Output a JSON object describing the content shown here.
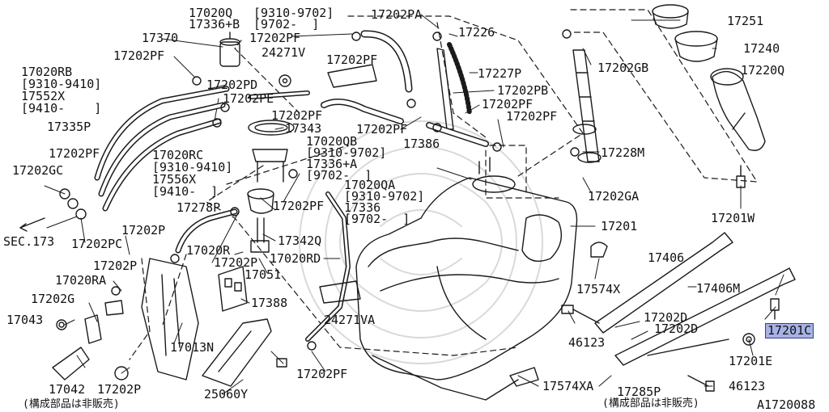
{
  "colors": {
    "line": "#1a1a1a",
    "text": "#111111",
    "highlight": "#a7b3e6",
    "highlight_border": "#34408a",
    "watermark": "#d9d9d9"
  },
  "labels": {
    "p17020q": "17020Q",
    "p17336b": "17336+B",
    "date_9310_9702_a": "[9310-9702]",
    "date_9702_a": "[9702-  ]",
    "p17202pa": "17202PA",
    "p17226": "17226",
    "p17251": "17251",
    "p17370": "17370",
    "p17202pf_a": "17202PF",
    "p24271v": "24271V",
    "p17202pf_b": "17202PF",
    "p17240": "17240",
    "p17202gb": "17202GB",
    "p17202pf_c": "17202PF",
    "p17020rb": "17020RB",
    "date_9310_9410_a": "[9310-9410]",
    "p17552x": "17552X",
    "date_9410_a": "[9410-    ]",
    "p17227p": "17227P",
    "p17202pd": "17202PD",
    "p17220q": "17220Q",
    "p17202pb": "17202PB",
    "p17202pe": "17202PE",
    "p17202pf_d": "17202PF",
    "p17202pf_e": "17202PF",
    "p17202pf_f": "17202PF",
    "p17335p": "17335P",
    "p17343": "17343",
    "p17202pf_g": "17202PF",
    "p17020qb": "17020QB",
    "date_9310_9702_b": "[9310-9702]",
    "p17336a": "17336+A",
    "date_9702_b": "[9702-  ]",
    "p17386": "17386",
    "p17228m": "17228M",
    "p17202pf_h": "17202PF",
    "p17020rc": "17020RC",
    "date_9310_9410_b": "[9310-9410]",
    "p17556x": "17556X",
    "date_9410_b": "[9410-  ]",
    "p17202gc": "17202GC",
    "p17020qa": "17020QA",
    "date_9310_9702_c": "[9310-9702]",
    "p17336": "17336",
    "date_9702_c": "[9702-  ]",
    "p17202ga": "17202GA",
    "p17278p": "17278P",
    "p17202pf_i": "17202PF",
    "p17201w": "17201W",
    "p17201": "17201",
    "sec173": "SEC.173",
    "p17202pc": "17202PC",
    "p17202p_a": "17202P",
    "p17342q": "17342Q",
    "p17020r": "17020R",
    "p17406": "17406",
    "p17202p_b": "17202P",
    "p17020rd": "17020RD",
    "p17051": "17051",
    "p17202p_c": "17202P",
    "p17574x": "17574X",
    "p17406m": "17406M",
    "p17020ra": "17020RA",
    "p17202g": "17202G",
    "p17388": "17388",
    "p17043": "17043",
    "p24271va": "24271VA",
    "p46123_a": "46123",
    "p17202d_a": "17202D",
    "p17202d_b": "17202D",
    "p17201c": "17201C",
    "p17013n": "17013N",
    "p17201e": "17201E",
    "p17202pf_j": "17202PF",
    "p17042": "17042",
    "p17202p_d": "17202P",
    "p25060y": "25060Y",
    "p17574xa": "17574XA",
    "p17285p": "17285P",
    "p46123_b": "46123",
    "note_left": "(構成部品は非販売)",
    "note_right": "(構成部品は非販売)",
    "code": "A1720088"
  }
}
